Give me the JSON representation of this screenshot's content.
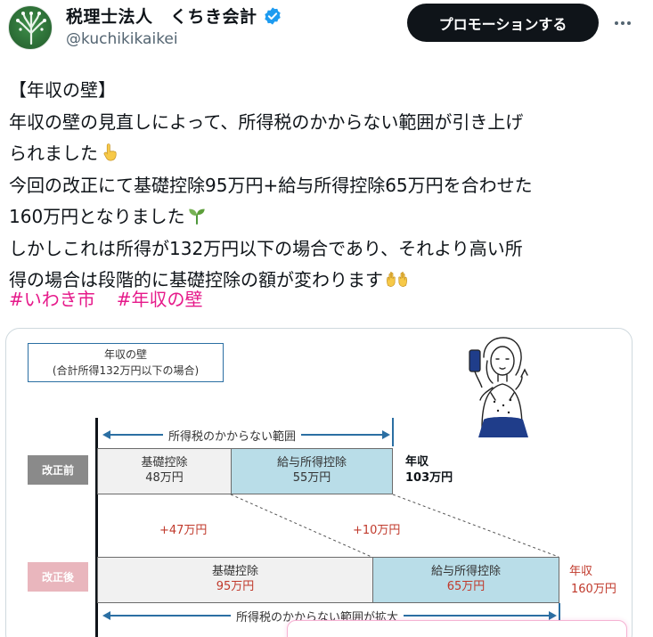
{
  "account": {
    "display_name": "税理士法人　くちき会計",
    "handle": "@kuchikikaikei",
    "verified": true
  },
  "header": {
    "promote_label": "プロモーションする"
  },
  "post": {
    "lines": [
      "【年収の壁】",
      "年収の壁の見直しによって、所得税のかからない範囲が引き上げ",
      "られました",
      "今回の改正にて基礎控除95万円+給与所得控除65万円を合わせた",
      "160万円となりました",
      "しかしこれは所得が132万円以下の場合であり、それより高い所",
      "得の場合は段階的に基礎控除の額が変わります"
    ],
    "emojis": [
      "pointing-up-hand-emoji",
      "seedling-emoji",
      "raised-palms-emoji"
    ],
    "hashtags": [
      "#いわき市",
      "#年収の壁"
    ]
  },
  "infographic": {
    "title_line1": "年収の壁",
    "title_line2": "(合計所得132万円以下の場合)",
    "range_before": "所得税のかからない範囲",
    "range_after": "所得税のかからない範囲が拡大",
    "before": {
      "tag": "改正前",
      "basic_label": "基礎控除",
      "basic_amount": "48万円",
      "salary_label": "給与所得控除",
      "salary_amount": "55万円",
      "total_label": "年収",
      "total_amount": "103万円"
    },
    "after": {
      "tag": "改正後",
      "basic_label": "基礎控除",
      "basic_amount": "95万円",
      "salary_label": "給与所得控除",
      "salary_amount": "65万円",
      "total_label": "年収",
      "total_amount": "160万円"
    },
    "increase_basic": "+47万円",
    "increase_salary": "+10万円"
  },
  "colors": {
    "accent_blue": "#2b6fa3",
    "hashtag_pink": "#e6198a",
    "amount_red": "#c0392b",
    "salary_fill": "#b9dde8",
    "verified_blue": "#1d9bf0"
  }
}
